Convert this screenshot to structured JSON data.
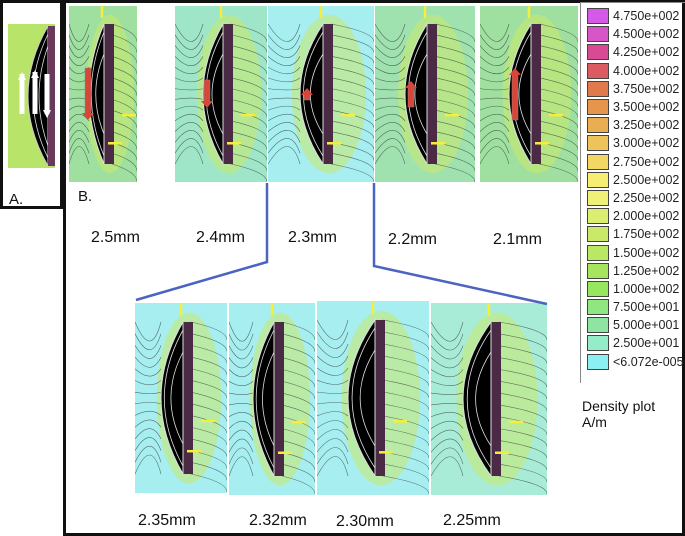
{
  "panel_labels": {
    "a": "A.",
    "b": "B."
  },
  "top_row": [
    {
      "label": "2.5mm",
      "arrow": "down",
      "arrow_len": 52,
      "bg": "#9fe0a0"
    },
    {
      "label": "2.4mm",
      "arrow": "down",
      "arrow_len": 28,
      "bg": "#9fe6c8"
    },
    {
      "label": "2.3mm",
      "arrow": "up",
      "arrow_len": 12,
      "bg": "#a6eef0"
    },
    {
      "label": "2.2mm",
      "arrow": "up",
      "arrow_len": 26,
      "bg": "#9fe2b0"
    },
    {
      "label": "2.1mm",
      "arrow": "up",
      "arrow_len": 52,
      "bg": "#9fe0a0"
    }
  ],
  "bottom_row": [
    {
      "label": "2.35mm",
      "bg": "#a6eef0"
    },
    {
      "label": "2.32mm",
      "bg": "#a6eef0"
    },
    {
      "label": "2.30mm",
      "bg": "#a6eef0"
    },
    {
      "label": "2.25mm",
      "bg": "#a8ecd8"
    }
  ],
  "legend": {
    "title": "Density plot",
    "unit": "A/m",
    "entries": [
      {
        "value": "4.750e+002",
        "color": "#d65ae8"
      },
      {
        "value": "4.500e+002",
        "color": "#d855c8"
      },
      {
        "value": "4.250e+002",
        "color": "#d84a94"
      },
      {
        "value": "4.000e+002",
        "color": "#dc5a62"
      },
      {
        "value": "3.750e+002",
        "color": "#e07a4c"
      },
      {
        "value": "3.500e+002",
        "color": "#e6954c"
      },
      {
        "value": "3.250e+002",
        "color": "#eaae52"
      },
      {
        "value": "3.000e+002",
        "color": "#eec45a"
      },
      {
        "value": "2.750e+002",
        "color": "#f2d862"
      },
      {
        "value": "2.500e+002",
        "color": "#f6ee72"
      },
      {
        "value": "2.250e+002",
        "color": "#eef078"
      },
      {
        "value": "2.000e+002",
        "color": "#dcee72"
      },
      {
        "value": "1.750e+002",
        "color": "#cae86a"
      },
      {
        "value": "1.500e+002",
        "color": "#bae864"
      },
      {
        "value": "1.250e+002",
        "color": "#a8e45e"
      },
      {
        "value": "1.000e+002",
        "color": "#96e65e"
      },
      {
        "value": "7.500e+001",
        "color": "#90e680"
      },
      {
        "value": "5.000e+001",
        "color": "#90e4a2"
      },
      {
        "value": "2.500e+001",
        "color": "#94ecc8"
      },
      {
        "value": "<6.072e-005",
        "color": "#8cf0f2"
      }
    ]
  },
  "colors": {
    "connector": "#4a64c0",
    "arrow_red": "#d8463a",
    "arrow_yellow": "#f6ee3a"
  }
}
